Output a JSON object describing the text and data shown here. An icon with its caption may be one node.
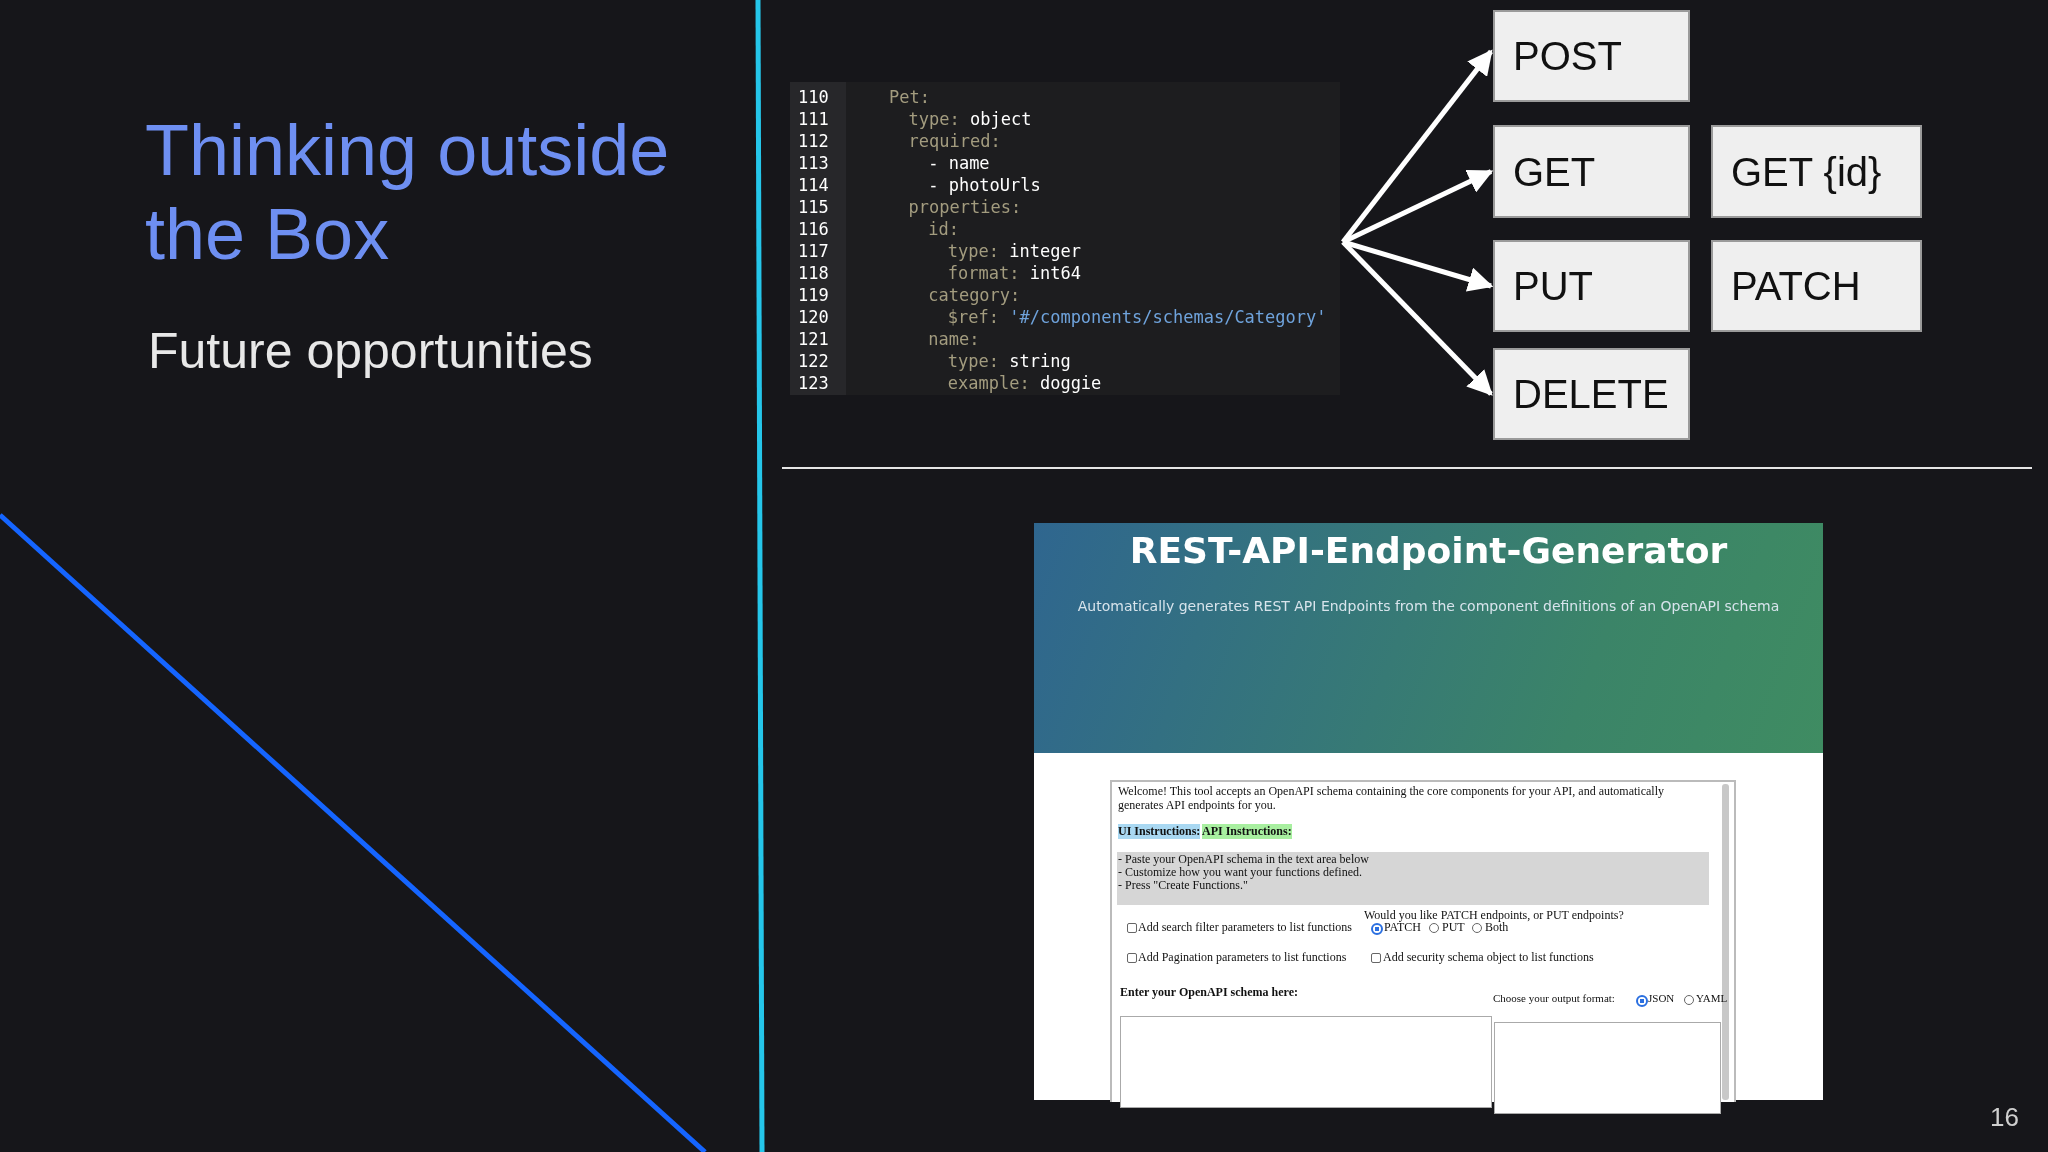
{
  "diagram": {
    "title": "Thinking outside the Box",
    "nodes": [
      {
        "text": [
          "Pet:",
          "type: object",
          "required:",
          "- name",
          "- photoUrls",
          "properties:",
          "id:",
          "type: integer",
          "format: int64",
          "category:",
          "$ref: '#/components/schemas/Category'",
          "name:",
          "type: string",
          "example: doggie"
        ]
      },
      {
        "text": [
          "POST"
        ]
      },
      {
        "text": [
          "GET"
        ]
      },
      {
        "text": [
          "GET {id}"
        ]
      },
      {
        "text": [
          "PUT"
        ]
      },
      {
        "text": [
          "PATCH"
        ]
      },
      {
        "text": [
          "DELETE"
        ]
      }
    ],
    "edges": [
      {
        "from": 0,
        "to": 1,
        "arrow": "to"
      },
      {
        "from": 0,
        "to": 2,
        "arrow": "to"
      },
      {
        "from": 0,
        "to": 4,
        "arrow": "to"
      },
      {
        "from": 0,
        "to": 6,
        "arrow": "to"
      }
    ],
    "labels": [
      "Future opportunities",
      "110",
      "111",
      "112",
      "113",
      "114",
      "115",
      "116",
      "117",
      "118",
      "119",
      "120",
      "121",
      "122",
      "123",
      "REST-API-Endpoint-Generator",
      "Automatically generates REST API Endpoints from the component definitions of an OpenAPI schema",
      "Welcome! This tool accepts an OpenAPI schema containing the core components for your API, and automatically generates API endpoints for you.",
      "UI Instructions:",
      "API Instructions:",
      "- Paste your OpenAPI schema in the text area below",
      "- Customize how you want your functions defined.",
      "- Press \"Create Functions.\"",
      "Would you like PATCH endpoints, or PUT endpoints?",
      "Add search filter parameters to list functions",
      "PATCH",
      "PUT",
      "Both",
      "Add Pagination parameters to list functions",
      "Add security schema object to list functions",
      "Enter your OpenAPI schema here:",
      "Choose your output format:",
      "JSON",
      "YAML",
      "16"
    ]
  }
}
